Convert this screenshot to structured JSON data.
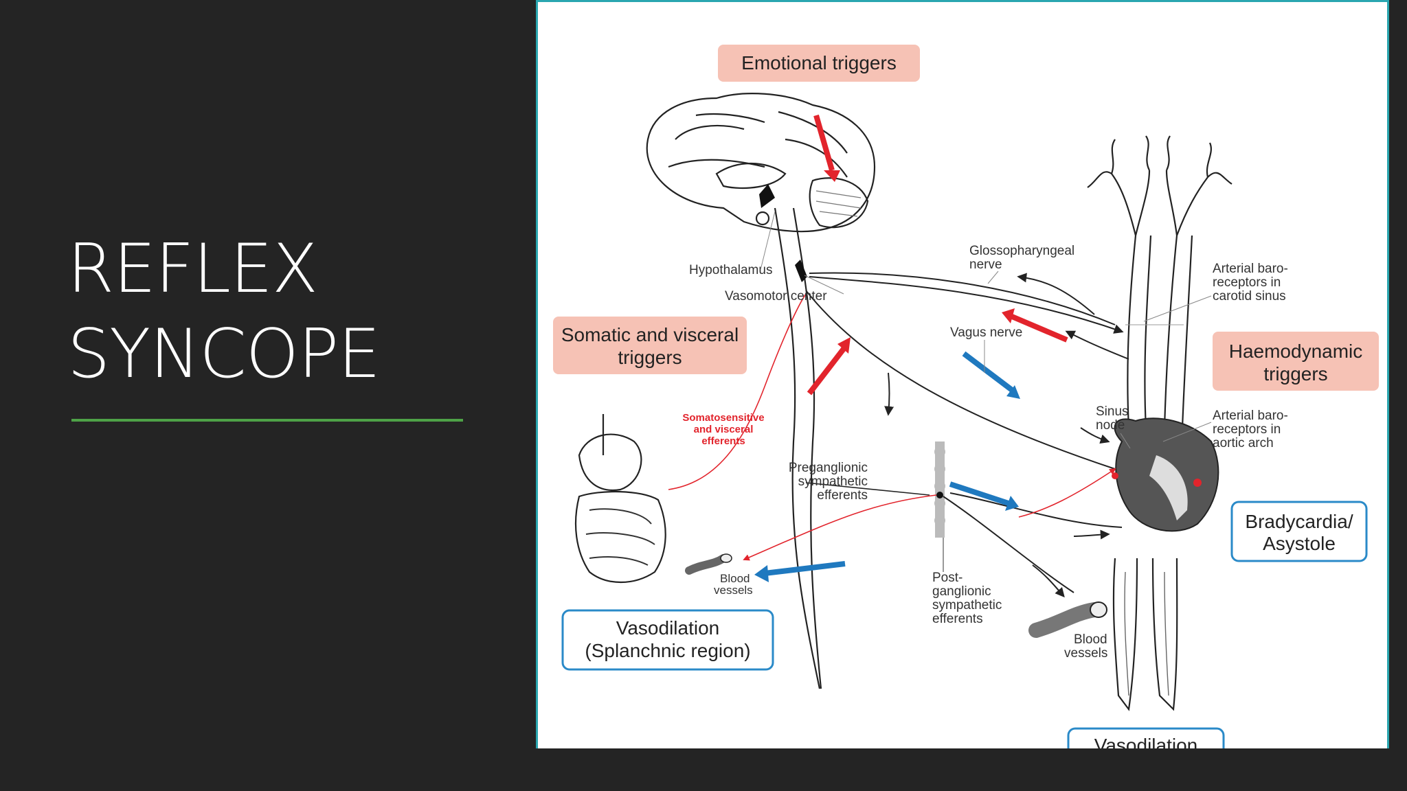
{
  "slide": {
    "title_line1": "REFLEX",
    "title_line2": "SYNCOPE",
    "accent_color": "#4ea247",
    "panel_border_color": "#2aa6b0"
  },
  "diagram": {
    "trigger_boxes": {
      "emotional": "Emotional triggers",
      "somatic_line1": "Somatic and visceral",
      "somatic_line2": "triggers",
      "haemodynamic_line1": "Haemodynamic",
      "haemodynamic_line2": "triggers"
    },
    "outcome_boxes": {
      "brady_line1": "Bradycardia/",
      "brady_line2": "Asystole",
      "vaso_splanchnic_line1": "Vasodilation",
      "vaso_splanchnic_line2": "(Splanchnic region)",
      "vaso_bottom": "Vasodilation"
    },
    "labels": {
      "hypothalamus": "Hypothalamus",
      "vasomotor": "Vasomotor center",
      "glosso_line1": "Glossopharyngeal",
      "glosso_line2": "nerve",
      "carotid_line1": "Arterial baro-",
      "carotid_line2": "receptors in",
      "carotid_line3": "carotid sinus",
      "vagus": "Vagus nerve",
      "sinus_line1": "Sinus",
      "sinus_line2": "node",
      "aortic_line1": "Arterial baro-",
      "aortic_line2": "receptors in",
      "aortic_line3": "aortic arch",
      "somato_line1": "Somatosensitive",
      "somato_line2": "and visceral",
      "somato_line3": "efferents",
      "pregang_line1": "Preganglionic",
      "pregang_line2": "sympathetic",
      "pregang_line3": "efferents",
      "postgang_line1": "Post-",
      "postgang_line2": "ganglionic",
      "postgang_line3": "sympathetic",
      "postgang_line4": "efferents",
      "blood1_line1": "Blood",
      "blood1_line2": "vessels",
      "blood2_line1": "Blood",
      "blood2_line2": "vessels"
    },
    "colors": {
      "trigger_fill": "#f6c2b5",
      "outcome_border": "#2a8ac8",
      "afferent_arrow": "#e2242c",
      "efferent_arrow": "#1f79bf"
    }
  }
}
